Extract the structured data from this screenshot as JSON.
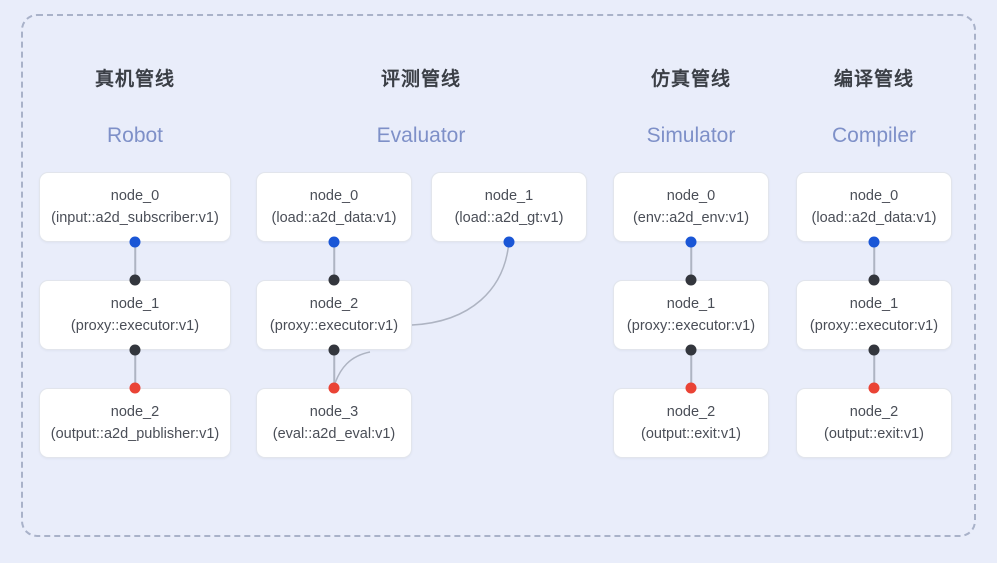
{
  "frame": {
    "border_style": "dashed",
    "border_color": "#a9b2c9",
    "background": "#e9edfa"
  },
  "palette": {
    "input_dot": "#1a56d6",
    "proxy_dot": "#33363d",
    "output_dot": "#ea4335",
    "node_fill": "#ffffff",
    "node_border": "#e2e5ec",
    "title_color": "#3b3f46",
    "subtitle_color": "#7e90c8",
    "edge_color": "#aeb4c2"
  },
  "columns": [
    {
      "id": "robot",
      "title": "真机管线",
      "subtitle": "Robot",
      "nodes": [
        {
          "name": "node_0",
          "kind": "(input::a2d_subscriber:v1)"
        },
        {
          "name": "node_1",
          "kind": "(proxy::executor:v1)"
        },
        {
          "name": "node_2",
          "kind": "(output::a2d_publisher:v1)"
        }
      ]
    },
    {
      "id": "evaluator",
      "title": "评测管线",
      "subtitle": "Evaluator",
      "nodes": [
        {
          "name": "node_0",
          "kind": "(load::a2d_data:v1)"
        },
        {
          "name": "node_1",
          "kind": "(load::a2d_gt:v1)"
        },
        {
          "name": "node_2",
          "kind": "(proxy::executor:v1)"
        },
        {
          "name": "node_3",
          "kind": "(eval::a2d_eval:v1)"
        }
      ]
    },
    {
      "id": "simulator",
      "title": "仿真管线",
      "subtitle": "Simulator",
      "nodes": [
        {
          "name": "node_0",
          "kind": "(env::a2d_env:v1)"
        },
        {
          "name": "node_1",
          "kind": "(proxy::executor:v1)"
        },
        {
          "name": "node_2",
          "kind": "(output::exit:v1)"
        }
      ]
    },
    {
      "id": "compiler",
      "title": "编译管线",
      "subtitle": "Compiler",
      "nodes": [
        {
          "name": "node_0",
          "kind": "(load::a2d_data:v1)"
        },
        {
          "name": "node_1",
          "kind": "(proxy::executor:v1)"
        },
        {
          "name": "node_2",
          "kind": "(output::exit:v1)"
        }
      ]
    }
  ]
}
